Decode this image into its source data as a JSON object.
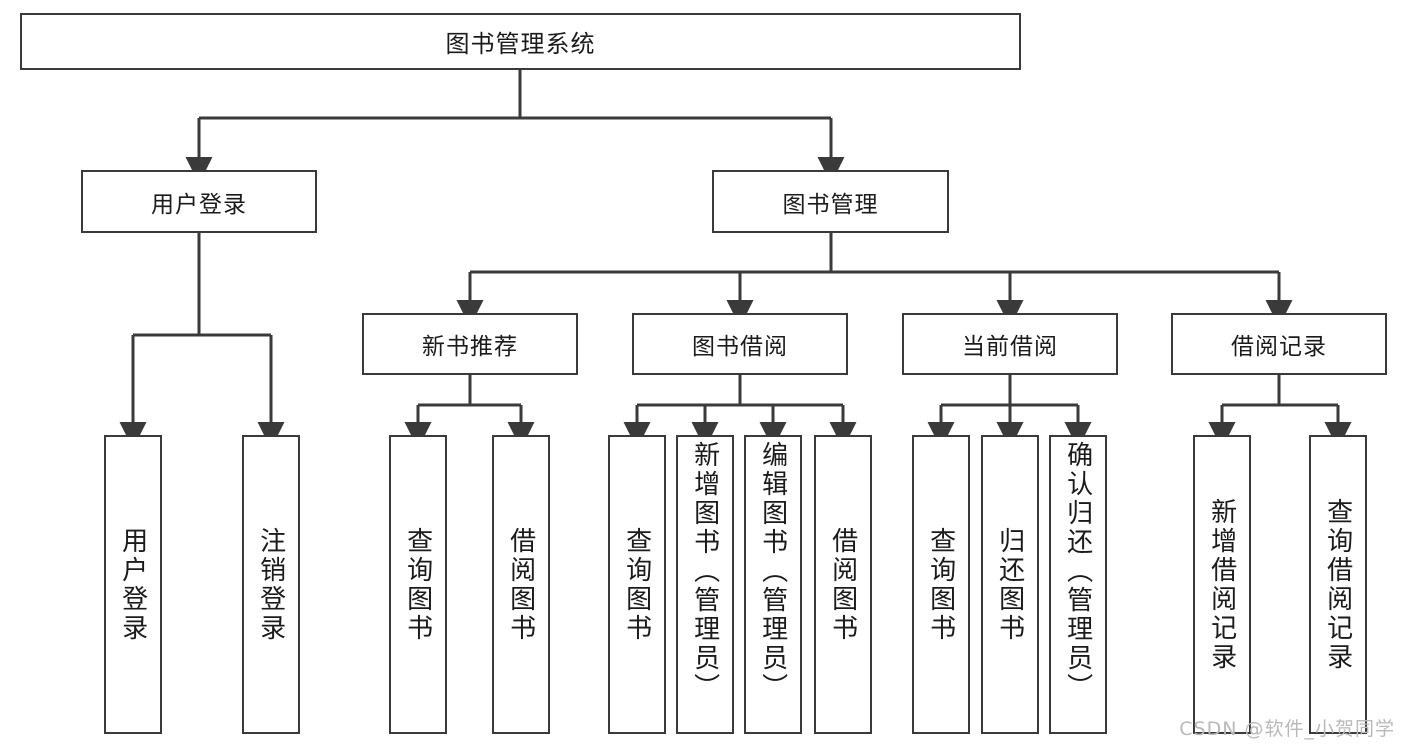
{
  "diagram": {
    "title": "图书管理系统",
    "type": "tree",
    "watermark": "CSDN @软件_小贺同学",
    "colors": {
      "box_border": "#3a3a3a",
      "box_fill": "#ffffff",
      "edge": "#3a3a3a",
      "text": "#1b1b1b",
      "watermark": "#b9b9b9"
    },
    "levels": {
      "root": {
        "label": "图书管理系统"
      },
      "level2": [
        {
          "id": "user-login",
          "label": "用户登录"
        },
        {
          "id": "book-manage",
          "label": "图书管理"
        }
      ],
      "level3": [
        {
          "id": "new-book-recommend",
          "label": "新书推荐",
          "parent": "book-manage"
        },
        {
          "id": "book-borrow",
          "label": "图书借阅",
          "parent": "book-manage"
        },
        {
          "id": "current-borrow",
          "label": "当前借阅",
          "parent": "book-manage"
        },
        {
          "id": "borrow-record",
          "label": "借阅记录",
          "parent": "book-manage"
        }
      ],
      "leaves": [
        {
          "id": "leaf-user-login",
          "label": "用户登录",
          "parent": "user-login"
        },
        {
          "id": "leaf-logout-login",
          "label": "注销登录",
          "parent": "user-login"
        },
        {
          "id": "leaf-query-book-1",
          "label": "查询图书",
          "parent": "new-book-recommend"
        },
        {
          "id": "leaf-borrow-book-1",
          "label": "借阅图书",
          "parent": "new-book-recommend"
        },
        {
          "id": "leaf-query-book-2",
          "label": "查询图书",
          "parent": "book-borrow"
        },
        {
          "id": "leaf-add-book",
          "label": "新增图书（管理员）",
          "parent": "book-borrow"
        },
        {
          "id": "leaf-edit-book",
          "label": "编辑图书（管理员）",
          "parent": "book-borrow"
        },
        {
          "id": "leaf-borrow-book-2",
          "label": "借阅图书",
          "parent": "book-borrow"
        },
        {
          "id": "leaf-query-book-3",
          "label": "查询图书",
          "parent": "current-borrow"
        },
        {
          "id": "leaf-return-book",
          "label": "归还图书",
          "parent": "current-borrow"
        },
        {
          "id": "leaf-confirm-return",
          "label": "确认归还（管理员）",
          "parent": "current-borrow"
        },
        {
          "id": "leaf-add-record",
          "label": "新增借阅记录",
          "parent": "borrow-record"
        },
        {
          "id": "leaf-query-record",
          "label": "查询借阅记录",
          "parent": "borrow-record"
        }
      ]
    }
  }
}
